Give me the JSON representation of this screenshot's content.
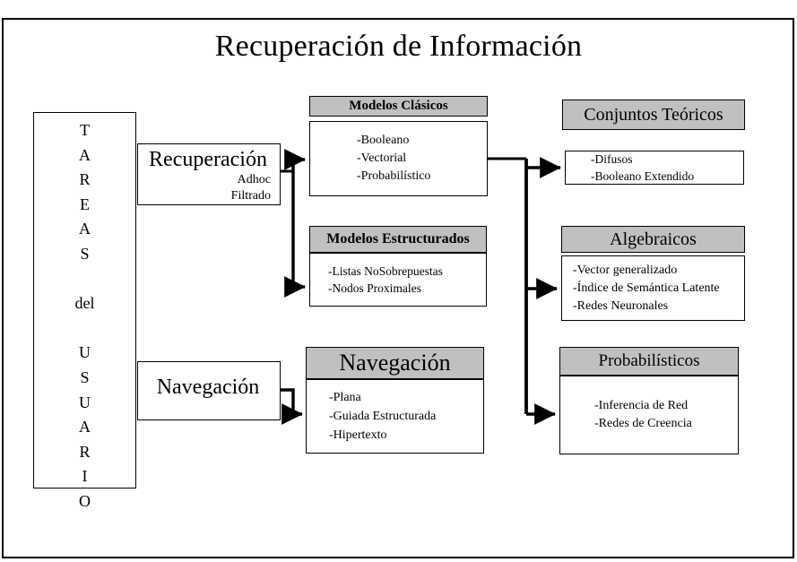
{
  "page": {
    "title": "Recuperación de Información",
    "background": "#ffffff",
    "line_color": "#000000",
    "header_fill": "#c0c0c0"
  },
  "tasks_column": {
    "name": "TAREAS del USUARIO",
    "letters": [
      "T",
      "A",
      "R",
      "E",
      "A",
      "S",
      "",
      "del",
      "",
      "U",
      "S",
      "U",
      "A",
      "R",
      "I",
      "O"
    ]
  },
  "stages": {
    "retrieval": {
      "title": "Recuperación",
      "sub1": "Adhoc",
      "sub2": "Filtrado"
    },
    "browsing": {
      "title": "Navegación"
    }
  },
  "middle_column": {
    "classic_models": {
      "header": "Modelos Clásicos",
      "items": [
        "-Booleano",
        "-Vectorial",
        "-Probabilístico"
      ]
    },
    "structured_models": {
      "header": "Modelos Estructurados",
      "items": [
        "-Listas NoSobrepuestas",
        "-Nodos Proximales"
      ]
    },
    "browsing_models": {
      "header": "Navegación",
      "items": [
        "-Plana",
        "-Guiada Estructurada",
        "-Hipertexto"
      ]
    }
  },
  "right_column": {
    "set_theoretic": {
      "header": "Conjuntos Teóricos",
      "items": [
        "-Difusos",
        "-Booleano Extendido"
      ]
    },
    "algebraic": {
      "header": "Algebraicos",
      "items": [
        "-Vector generalizado",
        "-Índice de Semántica Latente",
        "-Redes Neuronales"
      ]
    },
    "probabilistic": {
      "header": "Probabilísticos",
      "items": [
        "-Inferencia de Red",
        "-Redes de Creencia"
      ]
    }
  }
}
